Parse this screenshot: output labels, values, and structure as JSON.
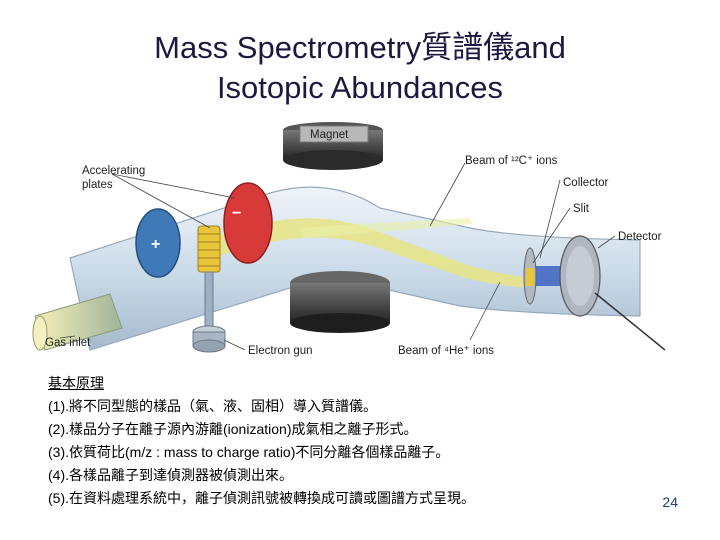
{
  "title": {
    "line1": "Mass Spectrometry質譜儀and",
    "line2": "Isotopic Abundances"
  },
  "diagram": {
    "labels": {
      "magnet": "Magnet",
      "accelerating": "Accelerating",
      "plates": "plates",
      "beam_c": "Beam of ¹²C⁺ ions",
      "collector": "Collector",
      "slit": "Slit",
      "detector": "Detector",
      "gas_inlet": "Gas inlet",
      "electron_gun": "Electron gun",
      "beam_he": "Beam of ⁴He⁺ ions",
      "plus": "+",
      "minus": "−"
    },
    "colors": {
      "tube": "#c8d9e8",
      "plate_plus": "#3f79b8",
      "plate_minus": "#d83a3a",
      "coil": "#e8c53a",
      "beam": "#e6e48a",
      "detector_bar": "#3a62c0",
      "magnet": "#3a3a3a"
    }
  },
  "notes": {
    "heading": "基本原理",
    "lines": [
      "(1).將不同型態的樣品（氣、液、固相）導入質譜儀。",
      "(2).樣品分子在離子源內游離(ionization)成氣相之離子形式。",
      "(3).依質荷比(m/z : mass to charge ratio)不同分離各個樣品離子。",
      "(4).各樣品離子到達偵測器被偵測出來。",
      "(5).在資料處理系統中，離子偵測訊號被轉換成可讀或圖譜方式呈現。"
    ]
  },
  "page_number": "24"
}
